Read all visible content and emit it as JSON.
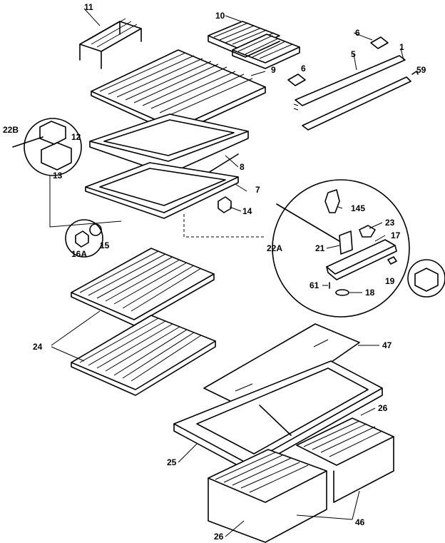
{
  "callouts": {
    "c11": "11",
    "c10": "10",
    "c6a": "6",
    "c6b": "6",
    "c5": "5",
    "c1": "1",
    "c59": "59",
    "c9": "9",
    "c22b": "22B",
    "c12": "12",
    "c13": "13",
    "c8": "8",
    "c7": "7",
    "c14": "14",
    "c145": "145",
    "c23": "23",
    "c17": "17",
    "c22a": "22A",
    "c21": "21",
    "c15": "15",
    "c16a": "16A",
    "c19": "19",
    "c61": "61",
    "c18": "18",
    "c24": "24",
    "c47": "47",
    "c26a": "26",
    "c25": "25",
    "c46": "46",
    "c26b": "26"
  }
}
